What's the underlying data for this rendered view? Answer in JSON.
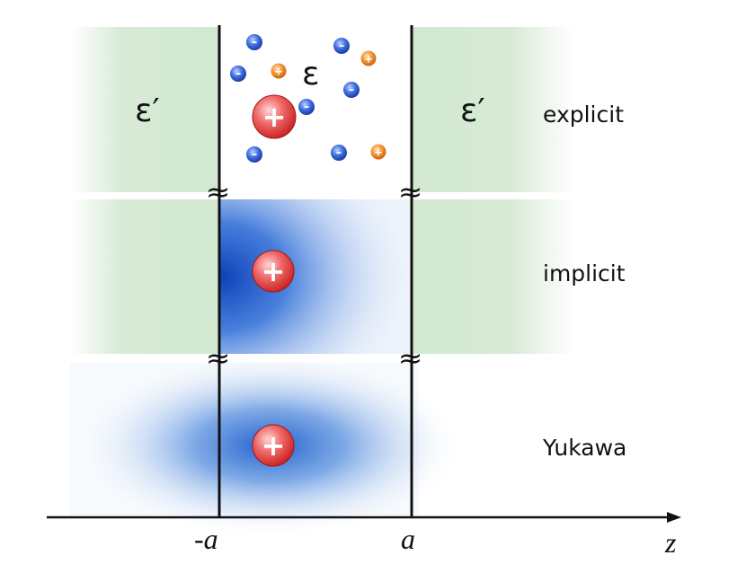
{
  "rows": {
    "explicit": "explicit",
    "implicit": "implicit",
    "yukawa": "Yukawa"
  },
  "eps_outer": "ε′",
  "eps_inner": "ε",
  "axis": {
    "left_wall": "-a",
    "right_wall": "a",
    "z_label": "z"
  },
  "charges": {
    "plus": "+",
    "minus": "–"
  },
  "break_mark": "≈",
  "colors": {
    "dielectric_green": "#d2e8d0",
    "density_blue": "#1150c8",
    "cation_red": "#e83e3e",
    "anion_blue": "#2a5bd7",
    "counterion_orange": "#f07a1a"
  }
}
